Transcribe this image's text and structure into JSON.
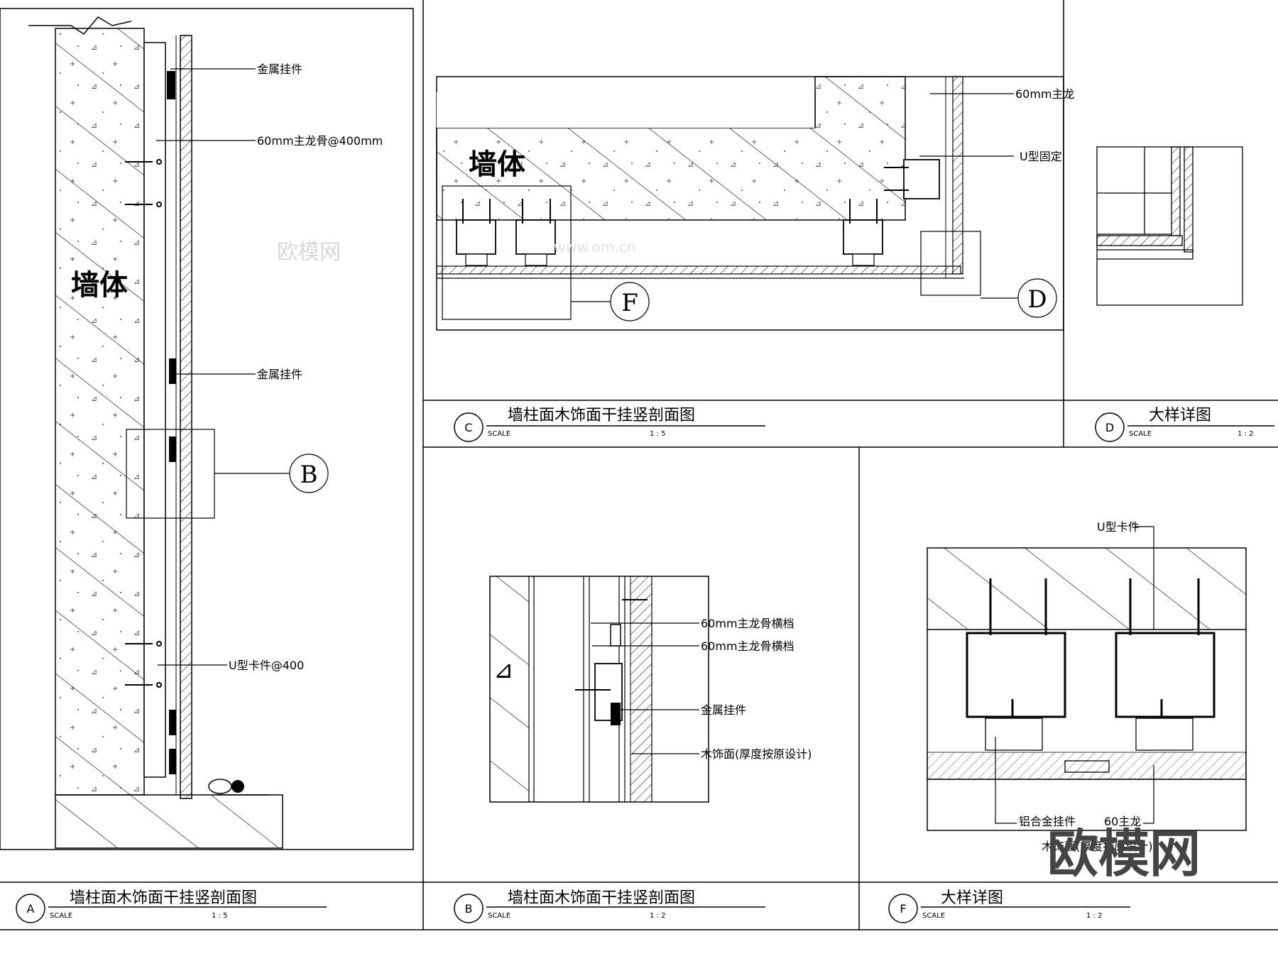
{
  "panelA": {
    "wall": "墙体",
    "label_metal_hanger_top": "金属挂件",
    "label_main_keel": "60mm主龙骨@400mm",
    "label_metal_hanger_mid": "金属挂件",
    "label_u_clip": "U型卡件@400",
    "callout": "B",
    "title": "墙柱面木饰面干挂竖剖面图",
    "letter": "A",
    "scale_word": "SCALE",
    "scale": "1 : 5"
  },
  "panelC": {
    "wall": "墙体",
    "label_keel": "60mm主龙",
    "label_u_fix": "U型固定",
    "callout_f": "F",
    "callout_d": "D",
    "title": "墙柱面木饰面干挂竖剖面图",
    "letter": "C",
    "scale_word": "SCALE",
    "scale": "1 : 5"
  },
  "panelD": {
    "title": "大样详图",
    "letter": "D",
    "scale_word": "SCALE",
    "scale": "1 : 2"
  },
  "panelB": {
    "label_keel_1": "60mm主龙骨横档",
    "label_keel_2": "60mm主龙骨横档",
    "label_hanger": "金属挂件",
    "label_wood": "木饰面(厚度按原设计)",
    "title": "墙柱面木饰面干挂竖剖面图",
    "letter": "B",
    "scale_word": "SCALE",
    "scale": "1 : 2"
  },
  "panelF": {
    "label_u_clip": "U型卡件",
    "label_alu": "铝合金挂件",
    "label_keel": "60主龙",
    "label_wood": "木饰面(厚度按原设计)",
    "title": "大样详图",
    "letter": "F",
    "scale_word": "SCALE",
    "scale": "1 : 2"
  },
  "watermark": {
    "text": "欧模网",
    "url": "www.om.cn",
    "brand": "欧模网"
  }
}
